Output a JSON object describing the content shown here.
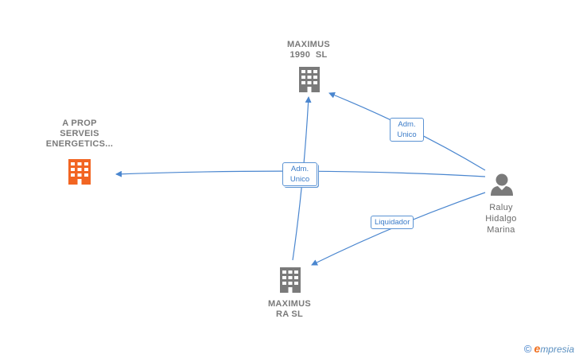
{
  "nodes": {
    "aprop": {
      "label_lines": [
        "A PROP",
        "SERVEIS",
        "ENERGETICS..."
      ],
      "icon": "building-icon",
      "color": "#f26522"
    },
    "maximus1990": {
      "label_lines": [
        "MAXIMUS",
        "1990  SL"
      ],
      "icon": "building-icon",
      "color": "#7a7a7a"
    },
    "maximusra": {
      "label_lines": [
        "MAXIMUS",
        "RA SL"
      ],
      "icon": "building-icon",
      "color": "#7a7a7a"
    },
    "raluy": {
      "label_lines": [
        "Raluy",
        "Hidalgo",
        "Marina"
      ],
      "icon": "person-icon",
      "color": "#7a7a7a"
    }
  },
  "edges": {
    "raluy_to_maximus1990": {
      "label_lines": [
        "Adm.",
        "Unico"
      ]
    },
    "center_to_aprop": {
      "label_lines": [
        "Adm.",
        "Unico"
      ]
    },
    "raluy_to_maximusra": {
      "label": "Liquidador"
    }
  },
  "colors": {
    "edge": "#4a86cf",
    "accent": "#f26522"
  },
  "watermark": {
    "symbol": "©",
    "brand_first": "e",
    "brand_rest": "mpresia"
  }
}
